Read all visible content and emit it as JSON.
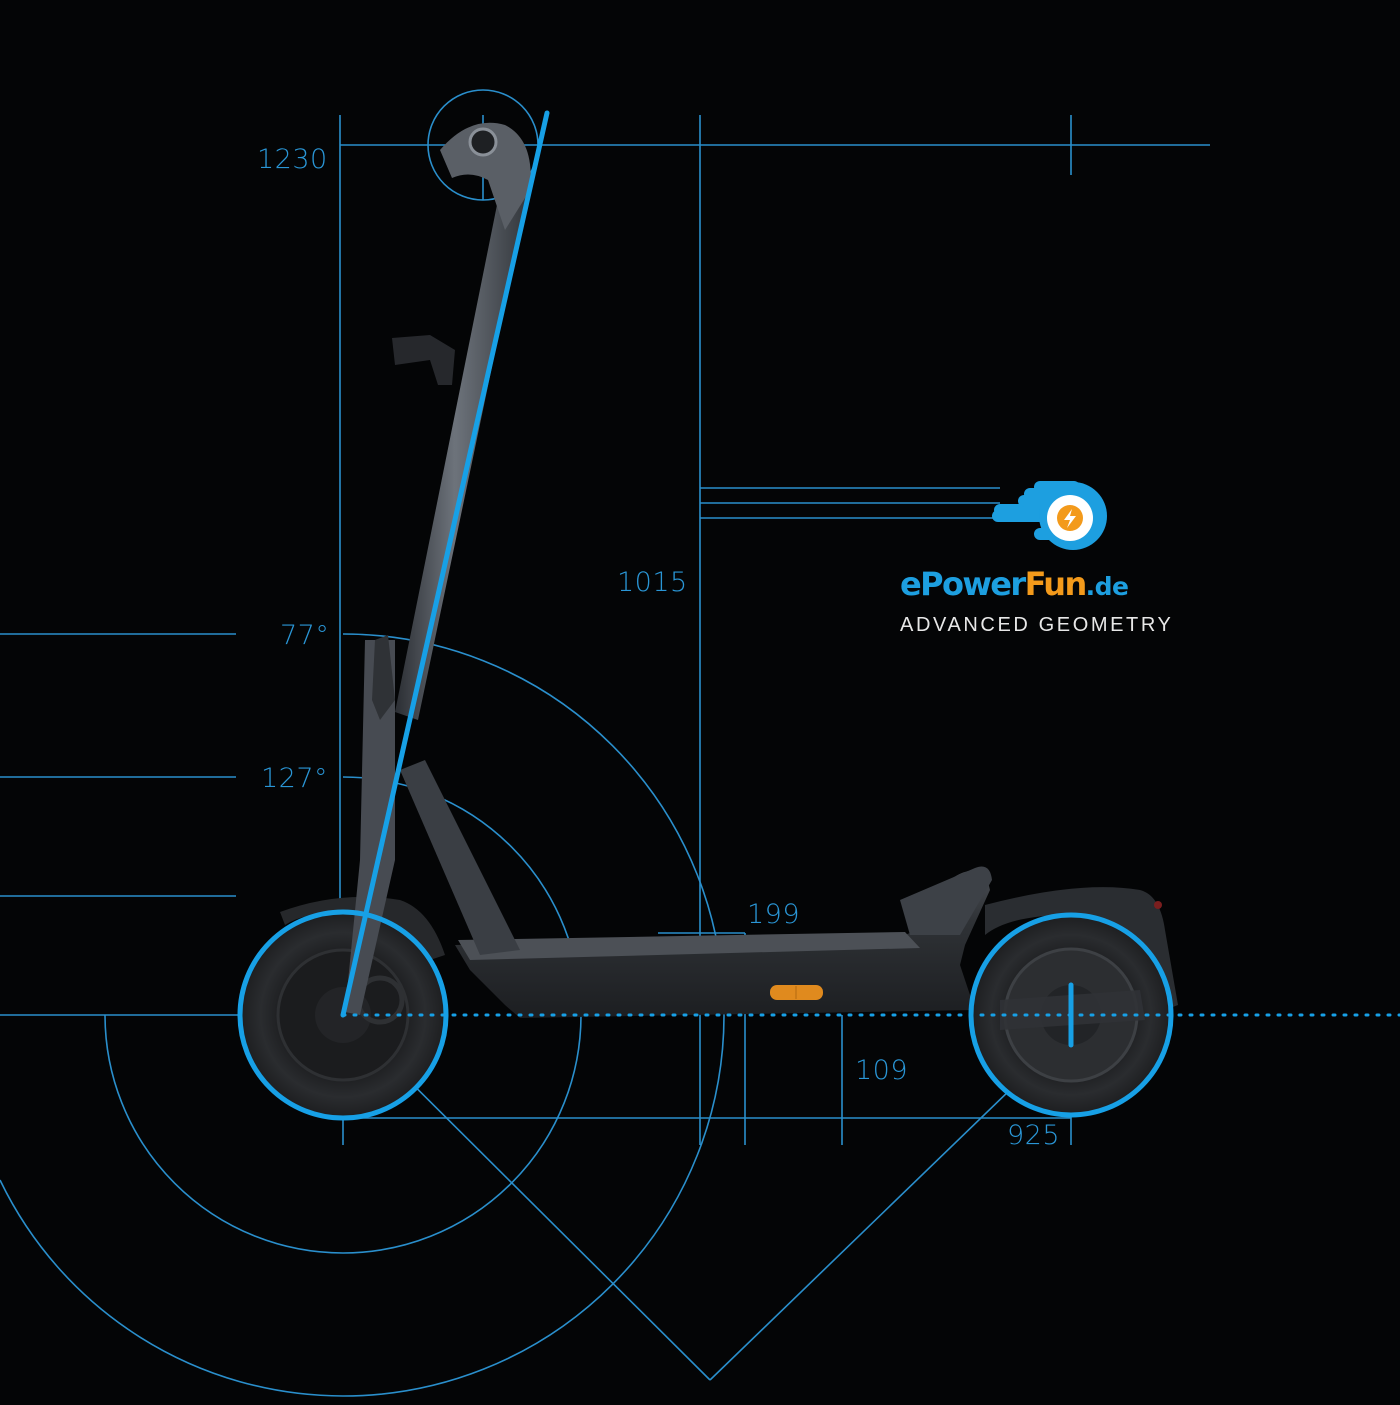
{
  "brand": {
    "name_part1": "ePower",
    "name_part2": "Fun",
    "name_part3": ".de",
    "tagline": "ADVANCED GEOMETRY",
    "logo_icon": "lightning-bolt-wheel-icon",
    "colors": {
      "primary_blue": "#1d9fe0",
      "accent_orange": "#f39a1b",
      "line_blue": "#2a96d6",
      "background": "#040506"
    }
  },
  "dimensions": {
    "total_height": "1230",
    "handlebar_height": "1015",
    "steering_angle": "77°",
    "fork_angle": "127°",
    "deck_length_segment": "199",
    "ground_clearance": "109",
    "wheelbase": "925"
  },
  "subject": {
    "type": "electric-scooter-side-view",
    "parts": [
      "handlebar",
      "stem",
      "front-fork",
      "front-wheel",
      "deck",
      "orange-side-reflector",
      "rear-fender",
      "rear-wheel"
    ]
  }
}
